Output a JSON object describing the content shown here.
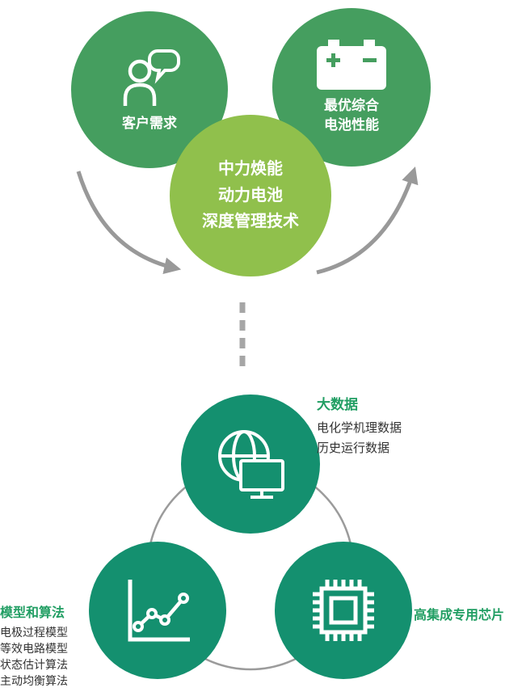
{
  "colors": {
    "green": "#459e5f",
    "light_green": "#90c04c",
    "teal": "#14906f",
    "label_green": "#219e63",
    "text_dark": "#333333",
    "gray": "#999999"
  },
  "icons": {
    "customer": "person-with-speech-bubble",
    "performance": "battery",
    "big_data": "globe-with-monitor",
    "models": "line-chart",
    "chip": "microchip",
    "connectors": [
      "curved-arrow-left",
      "curved-arrow-right",
      "dashed-vertical-connector",
      "ring-arc"
    ]
  },
  "top_flow": {
    "customer_circle": {
      "label": "客户需求"
    },
    "performance_circle": {
      "label_lines": [
        "最优综合",
        "电池性能"
      ]
    },
    "center_circle": {
      "lines": [
        "中力焕能",
        "动力电池",
        "深度管理技术"
      ]
    }
  },
  "bottom_flow": {
    "big_data": {
      "title": "大数据",
      "items": [
        "电化学机理数据",
        "历史运行数据"
      ]
    },
    "models": {
      "title": "模型和算法",
      "items": [
        "电极过程模型",
        "等效电路模型",
        "状态估计算法",
        "主动均衡算法"
      ]
    },
    "chip": {
      "title": "高集成专用芯片"
    }
  }
}
